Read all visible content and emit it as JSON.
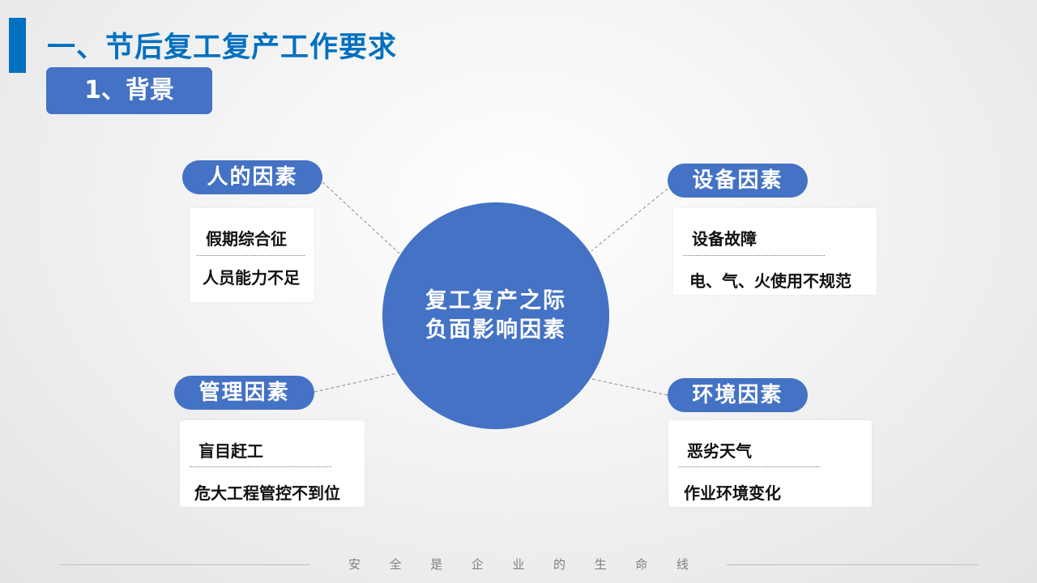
{
  "header": {
    "title": "一、节后复工复产工作要求",
    "subtitle": "1、背景"
  },
  "center": {
    "line1": "复工复产之际",
    "line2": "负面影响因素"
  },
  "factors": [
    {
      "label": "人的因素",
      "items": [
        "假期综合征",
        "人员能力不足"
      ]
    },
    {
      "label": "设备因素",
      "items": [
        "设备故障",
        "电、气、火使用不规范"
      ]
    },
    {
      "label": "管理因素",
      "items": [
        "盲目赶工",
        "危大工程管控不到位"
      ]
    },
    {
      "label": "环境因素",
      "items": [
        "恶劣天气",
        "作业环境变化"
      ]
    }
  ],
  "footer": {
    "chars": [
      "安",
      "全",
      "是",
      "企",
      "业",
      "的",
      "生",
      "命",
      "线"
    ]
  },
  "colors": {
    "title": "#0070c0",
    "accent": "#4472c4"
  }
}
